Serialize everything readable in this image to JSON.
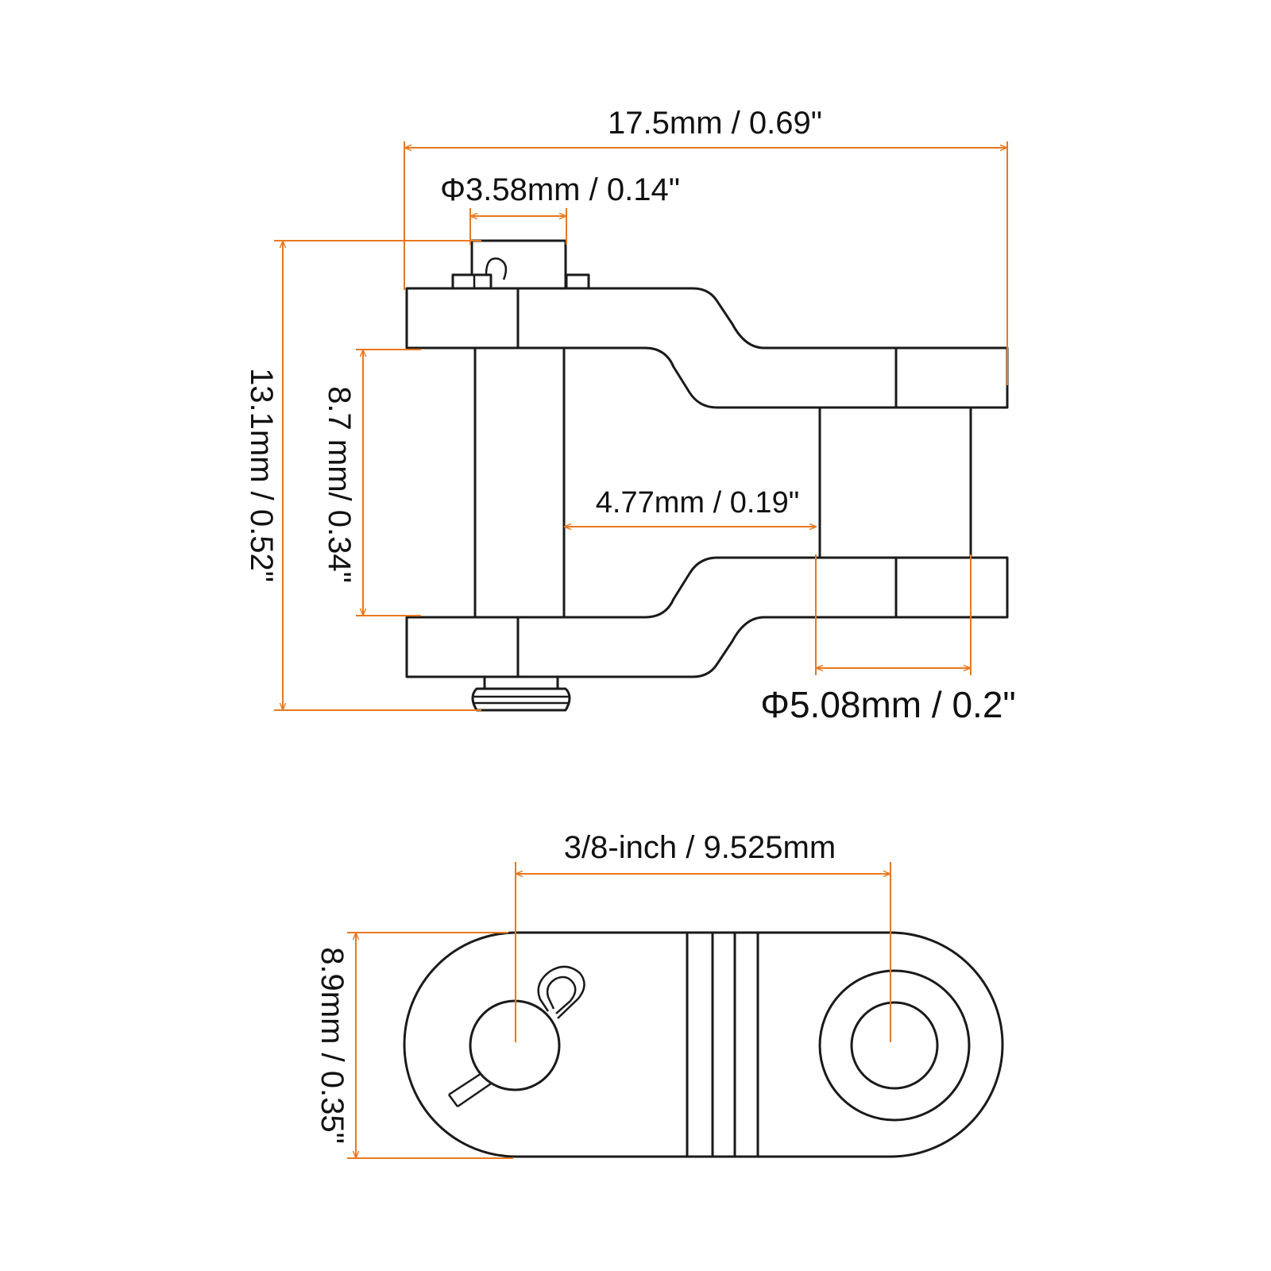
{
  "colors": {
    "dimension": "#E8781F",
    "outline": "#1a1a1a",
    "background": "#ffffff"
  },
  "side_view": {
    "overall_length": "17.5mm / 0.69\"",
    "pin_diameter": "Φ3.58mm / 0.14\"",
    "overall_height": "13.1mm / 0.52\"",
    "inner_width": "8.7 mm/ 0.34\"",
    "roller_gap": "4.77mm / 0.19\"",
    "roller_diameter": "Φ5.08mm / 0.2\""
  },
  "top_view": {
    "pitch": "3/8-inch / 9.525mm",
    "plate_height": "8.9mm / 0.35\""
  }
}
